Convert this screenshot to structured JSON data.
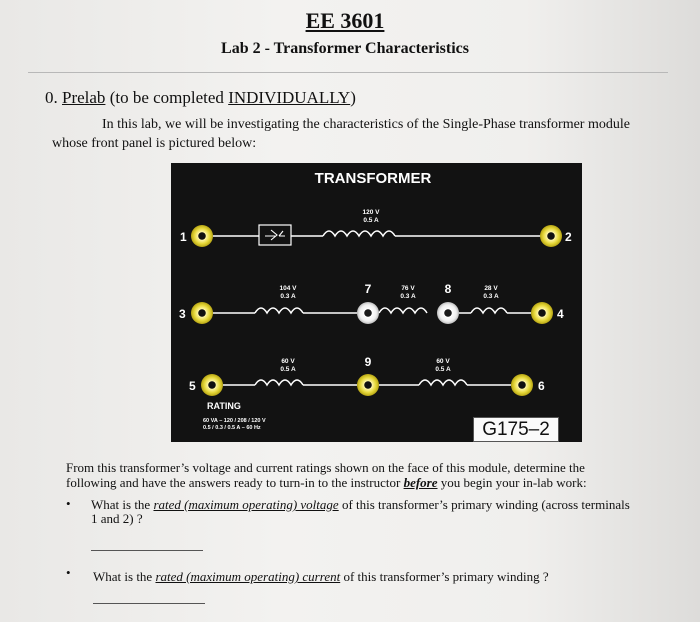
{
  "header": {
    "course": "EE 3601",
    "lab_title": "Lab 2 - Transformer Characteristics"
  },
  "prelab": {
    "number": "0.",
    "label": "Prelab",
    "paren_open": "(to be completed",
    "individually": "INDIVIDUALLY",
    "paren_close": ")",
    "intro_line1": "In this lab, we will be investigating the characteristics of the Single-Phase transformer module",
    "intro_line2": "whose front panel is pictured below:"
  },
  "panel": {
    "title": "TRANSFORMER",
    "model": "G175–2",
    "primary": {
      "voltage": "120 V",
      "current": "0.5 A"
    },
    "winding_3_4": {
      "voltage": "104 V",
      "current": "0.3 A"
    },
    "winding_7_8": {
      "voltage": "76 V",
      "current": "0.3 A"
    },
    "winding_8_4": {
      "voltage": "28 V",
      "current": "0.3 A"
    },
    "winding_5_9": {
      "voltage": "60 V",
      "current": "0.5 A"
    },
    "winding_9_6": {
      "voltage": "60 V",
      "current": "0.5 A"
    },
    "terminals": {
      "t1": "1",
      "t2": "2",
      "t3": "3",
      "t4": "4",
      "t5": "5",
      "t6": "6",
      "t7": "7",
      "t8": "8",
      "t9": "9"
    },
    "rating": {
      "label": "RATING",
      "line1": "60 VA – 120 / 208 / 120 V",
      "line2": "0.5 / 0.3 / 0.5 A – 60 Hz"
    }
  },
  "body": {
    "line1": "From this transformer’s voltage and current ratings shown on the face of this module, determine the",
    "line2_a": "following and have the answers ready to turn-in to the instructor ",
    "line2_b": "before",
    "line2_c": " you begin your in-lab work:"
  },
  "questions": [
    {
      "lead": "What is the ",
      "term": "rated (maximum operating) voltage",
      "rest": " of this transformer’s primary winding (across terminals",
      "cont": "1 and 2) ?"
    },
    {
      "lead": "What is the ",
      "term": "rated (maximum operating) current",
      "rest": " of this transformer’s primary winding ?"
    }
  ],
  "bullet": "•"
}
